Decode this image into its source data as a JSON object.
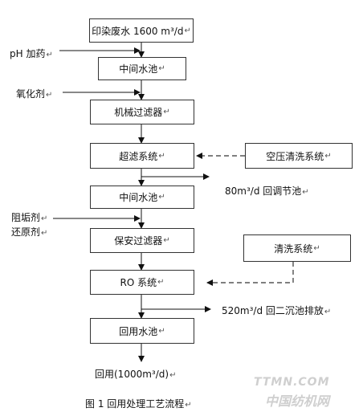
{
  "nodes": {
    "n1": "印染废水 1600 m³/d",
    "n2": "中间水池",
    "n3": "机械过滤器",
    "n4": "超滤系统",
    "n5": "中间水池",
    "n6": "保安过滤器",
    "n7": "RO 系统",
    "n8": "回用水池",
    "side1": "空压清洗系统",
    "side2": "清洗系统"
  },
  "inputs": {
    "ph": "pH 加药",
    "oxidizer": "氧化剂",
    "scale": "阻垢剂",
    "reducer": "还原剂"
  },
  "outputs": {
    "uf_out": "80m³/d 回调节池",
    "ro_out": "520m³/d 回二沉池排放",
    "final": "回用(1000m³/d)"
  },
  "caption": "图 1  回用处理工艺流程",
  "watermark": {
    "line1": "TTMN.COM",
    "line2": "中国纺机网"
  },
  "edit_mark": "↵"
}
